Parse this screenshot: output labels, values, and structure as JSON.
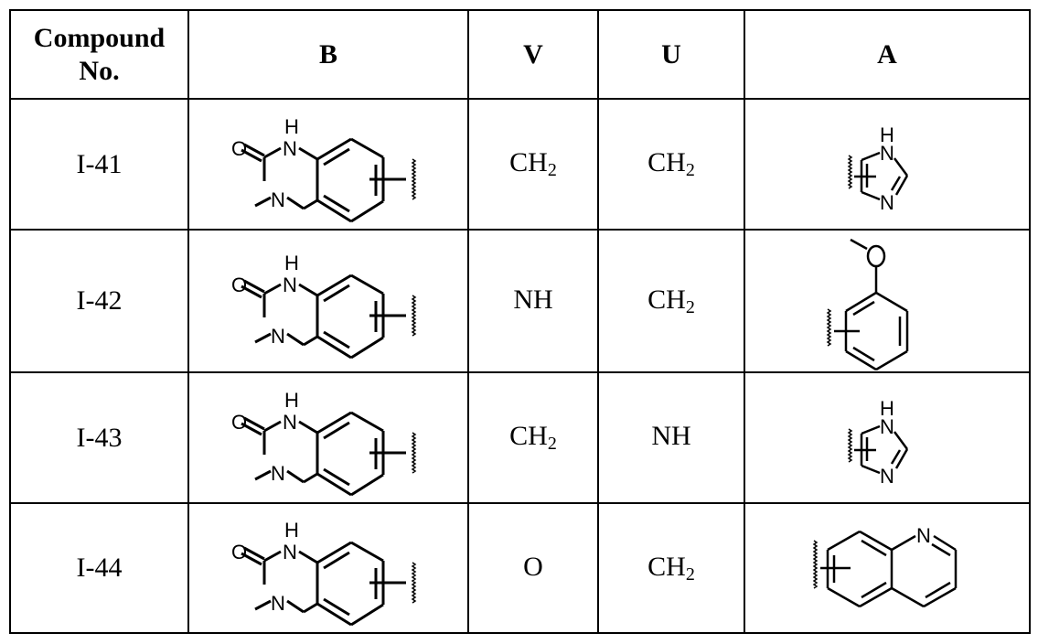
{
  "table": {
    "headers": {
      "compound_no": "Compound No.",
      "b": "B",
      "v": "V",
      "u": "U",
      "a": "A"
    },
    "rows": [
      {
        "compound": "I-41",
        "b_structure": "3-methyl-3,4-dihydroquinazolin-2(1H)-one-yl",
        "v": "CH",
        "v_sub": "2",
        "u": "CH",
        "u_sub": "2",
        "a_structure": "imidazolyl"
      },
      {
        "compound": "I-42",
        "b_structure": "3-methyl-3,4-dihydroquinazolin-2(1H)-one-yl",
        "v": "NH",
        "v_sub": "",
        "u": "CH",
        "u_sub": "2",
        "a_structure": "methoxyphenyl"
      },
      {
        "compound": "I-43",
        "b_structure": "3-methyl-3,4-dihydroquinazolin-2(1H)-one-yl",
        "v": "CH",
        "v_sub": "2",
        "u": "NH",
        "u_sub": "",
        "a_structure": "imidazolyl"
      },
      {
        "compound": "I-44",
        "b_structure": "3-methyl-3,4-dihydroquinazolin-2(1H)-one-yl",
        "v": "O",
        "v_sub": "",
        "u": "CH",
        "u_sub": "2",
        "a_structure": "quinolinyl"
      }
    ]
  },
  "atom_labels": {
    "O": "O",
    "N": "N",
    "H": "H"
  }
}
